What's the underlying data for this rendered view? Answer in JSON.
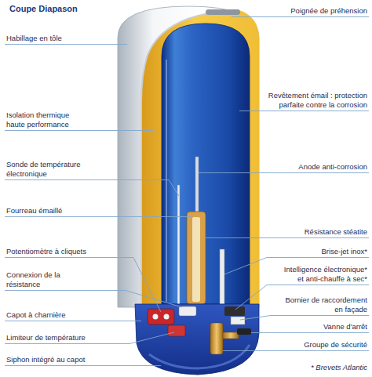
{
  "diagram": {
    "title": "Coupe Diapason",
    "labels": [
      "Habillage en tôle",
      "Isolation thermique haute performance",
      "Sonde de température électronique",
      "Fourreau émaillé",
      "Potentiomètre à cliquets",
      "Connexion de la résistance",
      "Capot à charnière",
      "Limiteur de température",
      "Siphon intégré au capot",
      "Poignée de préhension",
      "Revêtement émail : protection parfaite contre la corrosion",
      "Anode anti-corrosion",
      "Résistance stéatite",
      "Brise-jet inox*",
      "Intelligence électronique* et anti-chauffe à sec*",
      "Bornier de raccordement en façade",
      "Vanne d'arrêt",
      "Groupe de sécurité",
      "* Brevets Atlantic"
    ]
  }
}
